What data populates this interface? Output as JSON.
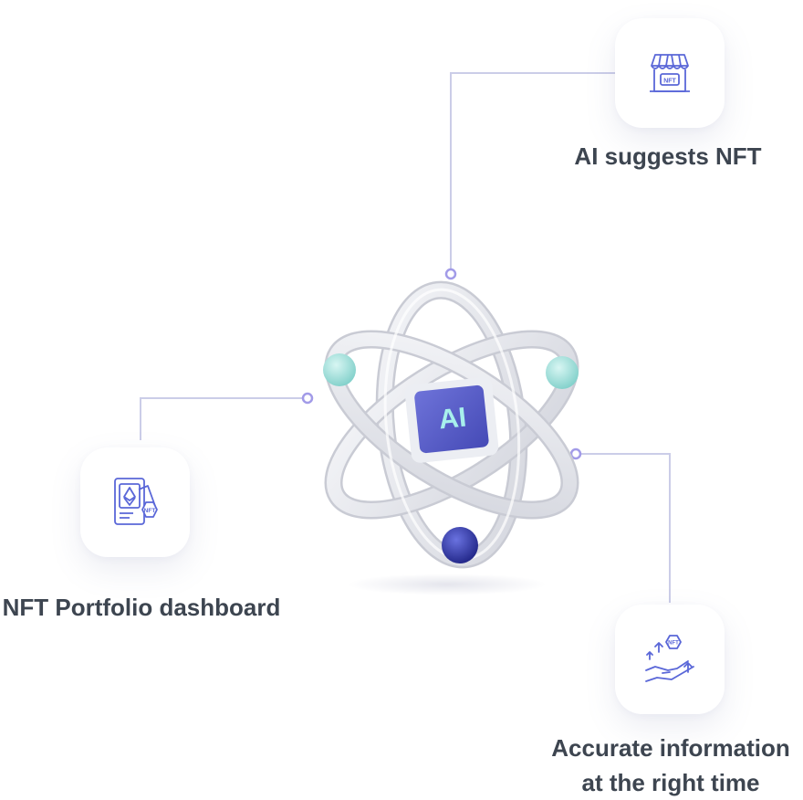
{
  "hub": {
    "badge": "AI"
  },
  "features": [
    {
      "label": "AI suggests NFT",
      "icon": "nft-store-icon",
      "badge": "NFT"
    },
    {
      "label": "NFT Portfolio dashboard",
      "icon": "nft-wallet-icon",
      "badge": "NFT"
    },
    {
      "label_line1": "Accurate information",
      "label_line2": "at the right time",
      "icon": "nft-hand-growth-icon",
      "badge": "NFT"
    }
  ],
  "colors": {
    "text": "#3d4550",
    "line": "#cbcde8",
    "node": "#a29be8",
    "icon": "#5a67d8",
    "ring": "#e6e7ec",
    "orb_teal": "#9be0dc",
    "orb_navy": "#2e35a0",
    "badge": "#5a5fc8"
  }
}
